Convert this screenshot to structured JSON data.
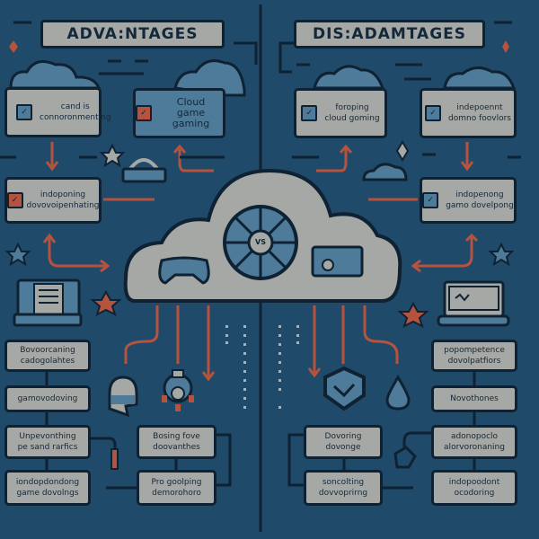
{
  "advantages": {
    "title": "ADVA:NTAGES",
    "top_boxes": [
      {
        "lines": [
          "cand is",
          "connoronmenting"
        ],
        "check_color": "blue"
      },
      {
        "lines": [
          "Cloud",
          "game gaming"
        ],
        "check_color": "red"
      },
      {
        "lines": [
          "indoponing",
          "dovovoipenhating"
        ],
        "check_color": "red"
      }
    ],
    "list": [
      [
        "Bovoorcaning",
        "cadogolahtes"
      ],
      [
        "gamovodoving"
      ],
      [
        "Unpevonthing",
        "pe sand rarfics"
      ],
      [
        "iondopdondong",
        "game dovolngs"
      ]
    ],
    "middle_list": [
      [
        "Bosing fove",
        "doovanthes"
      ],
      [
        "Pro goolping",
        "demorohoro"
      ]
    ]
  },
  "disadvantages": {
    "title": "DIS:ADAMTAGES",
    "top_boxes": [
      {
        "lines": [
          "foroping",
          "cloud goming"
        ],
        "check_color": "blue"
      },
      {
        "lines": [
          "indepoennt",
          "domno foovlors"
        ],
        "check_color": "blue"
      },
      {
        "lines": [
          "indopenong",
          "gamo dovelpong"
        ],
        "check_color": "blue"
      }
    ],
    "list": [
      [
        "popompetence",
        "dovolpatfiors"
      ],
      [
        "Novothones"
      ],
      [
        "adonopoclo",
        "alorvoronaning"
      ],
      [
        "indopoodont",
        "ocodoring"
      ]
    ],
    "middle_list": [
      [
        "Dovoring",
        "dovonge"
      ],
      [
        "soncolting",
        "dovvoprirng"
      ]
    ]
  },
  "center": {
    "label": "VS"
  },
  "colors": {
    "background": "#1f4a69",
    "box": "#a5a8a5",
    "outline": "#0f2233",
    "accent_red": "#b5533f",
    "accent_blue": "#4d7b99"
  }
}
